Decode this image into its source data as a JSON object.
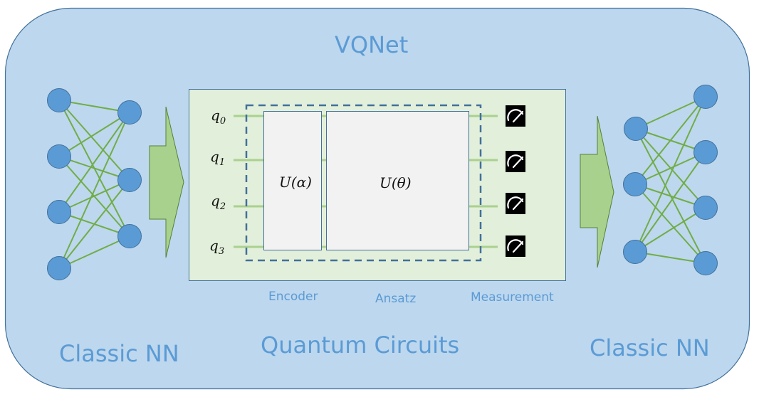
{
  "title": "VQNet",
  "sections": {
    "left_label": "Classic NN",
    "center_label": "Quantum Circuits",
    "right_label": "Classic NN"
  },
  "circuit": {
    "qubits": [
      {
        "name": "q",
        "index": "0"
      },
      {
        "name": "q",
        "index": "1"
      },
      {
        "name": "q",
        "index": "2"
      },
      {
        "name": "q",
        "index": "3"
      }
    ],
    "encoder_gate": "U(α)",
    "ansatz_gate": "U(θ)",
    "stage_labels": {
      "encoder": "Encoder",
      "ansatz": "Ansatz",
      "measurement": "Measurement"
    },
    "measurement_icon": "meter-icon"
  },
  "left_network": {
    "layers": [
      4,
      3
    ]
  },
  "right_network": {
    "layers": [
      3,
      4
    ]
  },
  "colors": {
    "background": "#bdd7ee",
    "border": "#41719c",
    "node": "#5b9bd5",
    "edge": "#70ad47",
    "circuit_panel": "#e2efda",
    "wire": "#a9d18e",
    "gate_fill": "#f2f2f2",
    "text_accent": "#5b9bd5"
  }
}
